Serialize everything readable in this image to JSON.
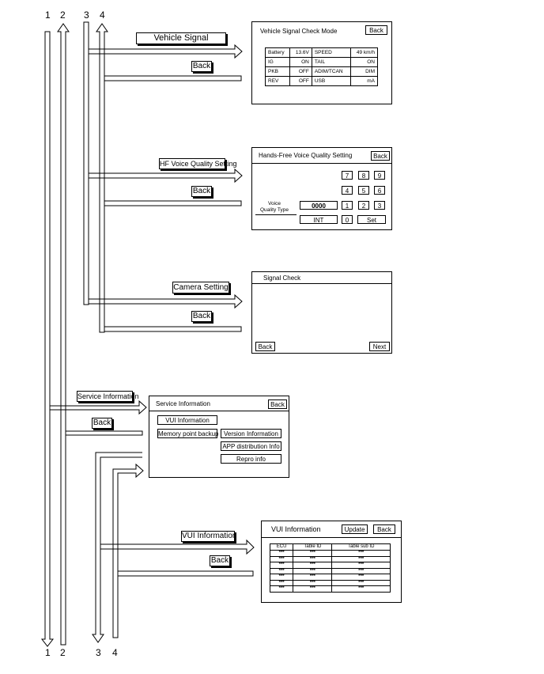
{
  "lane_numbers": {
    "l1": "1",
    "l2": "2",
    "l3": "3",
    "l4": "4"
  },
  "tags": {
    "vehicle_signal": "Vehicle Signal",
    "hf_voice": "HF Voice Quality Setting",
    "camera": "Camera Setting",
    "service": "Service Information",
    "vui": "VUI Information",
    "back": "Back"
  },
  "vehicle_panel": {
    "title": "Vehicle Signal Check Mode",
    "back": "Back",
    "rows": [
      [
        "Battery",
        "13.6V",
        "SPEED",
        "49 km/h"
      ],
      [
        "IG",
        "ON",
        "TAIL",
        "ON"
      ],
      [
        "PKB",
        "OFF",
        "ADIM/TCAN",
        "DIM"
      ],
      [
        "REV",
        "OFF",
        "USB",
        "mA"
      ]
    ]
  },
  "hf_panel": {
    "title": "Hands-Free Voice Quality Setting",
    "back": "Back",
    "keys": {
      "k7": "7",
      "k8": "8",
      "k9": "9",
      "k4": "4",
      "k5": "5",
      "k6": "6",
      "k1": "1",
      "k2": "2",
      "k3": "3",
      "k0": "0"
    },
    "voice_label_1": "Voice",
    "voice_label_2": "Quality Type",
    "value": "0000",
    "int": "INT",
    "set": "Set"
  },
  "signal_panel": {
    "title": "Signal Check",
    "back": "Back",
    "next": "Next"
  },
  "service_panel": {
    "title": "Service Information",
    "back": "Back",
    "vui": "VUI Information",
    "memory": "Memory point backup",
    "version": "Version Information",
    "app": "APP distribution Info",
    "repro": "Repro info"
  },
  "vui_panel": {
    "title": "VUI Information",
    "update": "Update",
    "back": "Back",
    "headers": [
      "ECU",
      "Table ID",
      "Table sub ID"
    ],
    "rows": [
      [
        "***",
        "***",
        "***"
      ],
      [
        "***",
        "***",
        "***"
      ],
      [
        "***",
        "***",
        "***"
      ],
      [
        "***",
        "***",
        "***"
      ],
      [
        "***",
        "***",
        "***"
      ],
      [
        "***",
        "***",
        "***"
      ],
      [
        "***",
        "***",
        "***"
      ]
    ]
  }
}
